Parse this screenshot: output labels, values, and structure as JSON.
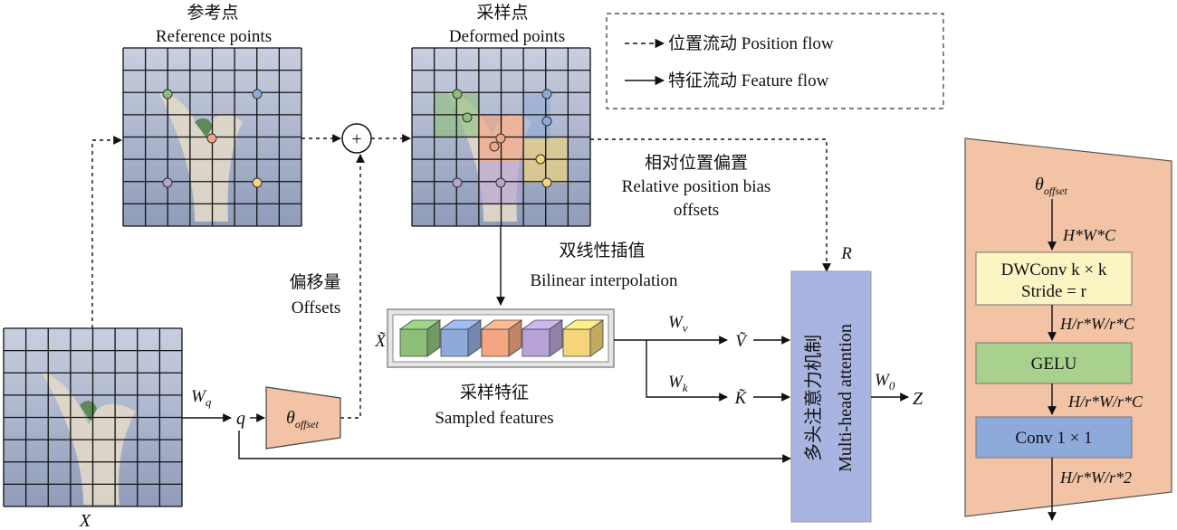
{
  "reference": {
    "title_cn": "参考点",
    "title_en": "Reference points"
  },
  "deformed": {
    "title_cn": "采样点",
    "title_en": "Deformed points"
  },
  "legend": {
    "position_flow": "位置流动 Position flow",
    "feature_flow": "特征流动 Feature flow"
  },
  "rel_bias": {
    "cn": "相对位置偏置",
    "en1": "Relative position bias",
    "en2": "offsets"
  },
  "bilinear": {
    "cn": "双线性插值",
    "en": "Bilinear interpolation"
  },
  "offsets": {
    "cn": "偏移量",
    "en": "Offsets"
  },
  "sampled": {
    "cn": "采样特征",
    "en": "Sampled features"
  },
  "symbols": {
    "X": "X",
    "Xtilde": "X̃",
    "Wq": "W",
    "Wq_sub": "q",
    "q": "q",
    "theta": "θ",
    "theta_sub": "offset",
    "Wv": "W",
    "Wv_sub": "v",
    "Wk": "W",
    "Wk_sub": "k",
    "Vtilde": "Ṽ",
    "Ktilde": "K̃",
    "R": "R",
    "W0": "W",
    "W0_sub": "0",
    "Z": "Z",
    "plus": "+"
  },
  "attention": {
    "cn": "多头注意力机制",
    "en": "Multi-head attention"
  },
  "offset_net": {
    "theta": "θ",
    "theta_sub": "offset",
    "dim1": "H*W*C",
    "dwconv_line1": "DWConv k × k",
    "dwconv_line2": "Stride = r",
    "dim2": "H/r*W/r*C",
    "gelu": "GELU",
    "dim3": "H/r*W/r*C",
    "conv": "Conv 1 × 1",
    "dim4": "H/r*W/r*2"
  },
  "colors": {
    "green": "#8dbf7a",
    "blue": "#8eaadb",
    "orange": "#f4a582",
    "purple": "#b7a3d6",
    "yellow": "#f4d57a",
    "attention_fill": "#aab4e0",
    "offset_fill": "#f2c3a5",
    "gelu_fill": "#a9d18e",
    "dwconv_fill": "#fbf5c3",
    "conv_fill": "#8eaadb"
  }
}
